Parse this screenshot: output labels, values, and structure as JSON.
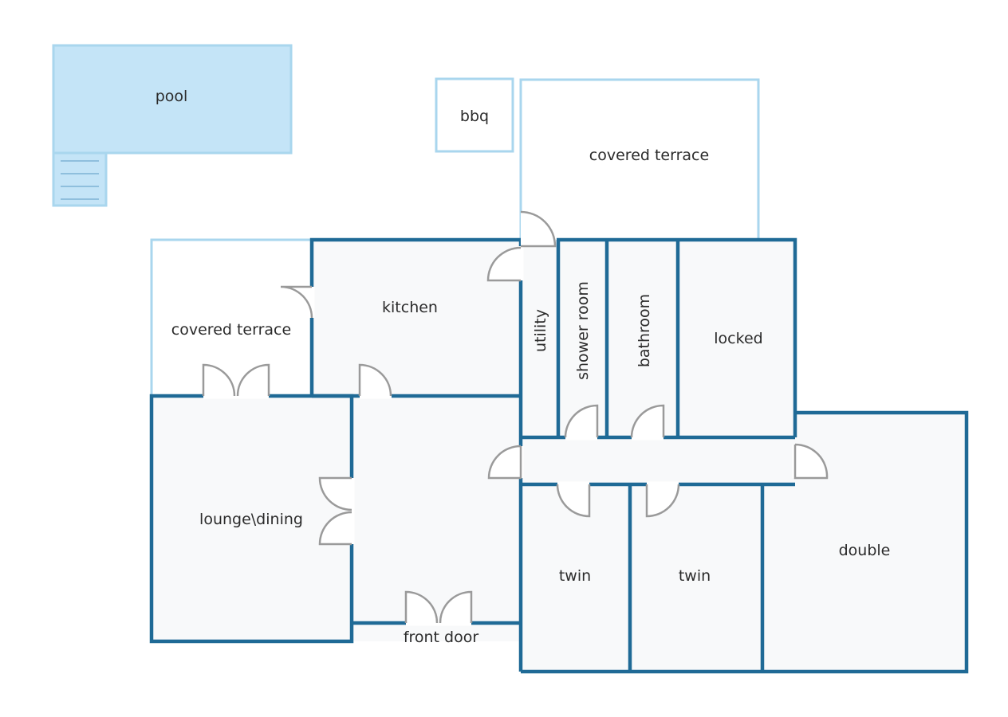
{
  "labels": {
    "pool": "pool",
    "bbq": "bbq",
    "covered_terrace_top": "covered terrace",
    "covered_terrace_left": "covered terrace",
    "kitchen": "kitchen",
    "utility": "utility",
    "shower_room": "shower room",
    "bathroom": "bathroom",
    "locked": "locked",
    "lounge_dining": "lounge\\dining",
    "twin_1": "twin",
    "twin_2": "twin",
    "double": "double",
    "front_door": "front door"
  },
  "colors": {
    "wall": "#1f6a96",
    "outdoor_outline": "#a9d6ee",
    "pool_fill": "#c4e4f7",
    "room_fill": "#f8f9fa",
    "door": "#9a9a9a"
  }
}
